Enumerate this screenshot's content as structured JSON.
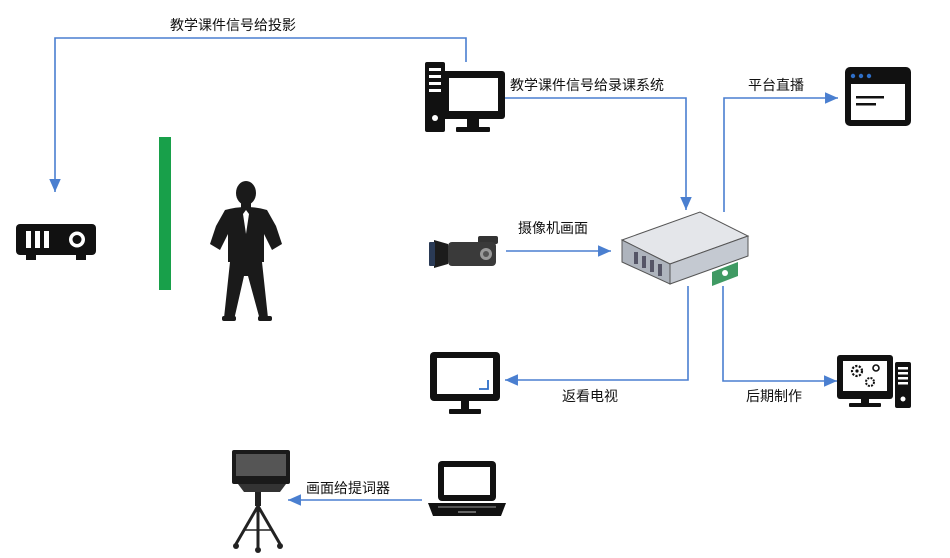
{
  "colors": {
    "arrow": "#4a7fd0",
    "icon": "#111111",
    "accent_screen": "#2e6fc8",
    "green_screen": "#18a04a"
  },
  "labels": {
    "courseware_to_projection": "教学课件信号给投影",
    "courseware_to_recording": "教学课件信号给录课系统",
    "platform_live": "平台直播",
    "camera_feed": "摄像机画面",
    "playback_tv": "返看电视",
    "post_production": "后期制作",
    "feed_to_teleprompter": "画面给提词器"
  },
  "icons": [
    "computer-icon",
    "projector-icon",
    "green-screen-backdrop",
    "presenter-silhouette-icon",
    "video-camera-icon",
    "recording-server-icon",
    "browser-window-icon",
    "monitor-icon",
    "editing-workstation-icon",
    "laptop-icon",
    "teleprompter-icon"
  ]
}
